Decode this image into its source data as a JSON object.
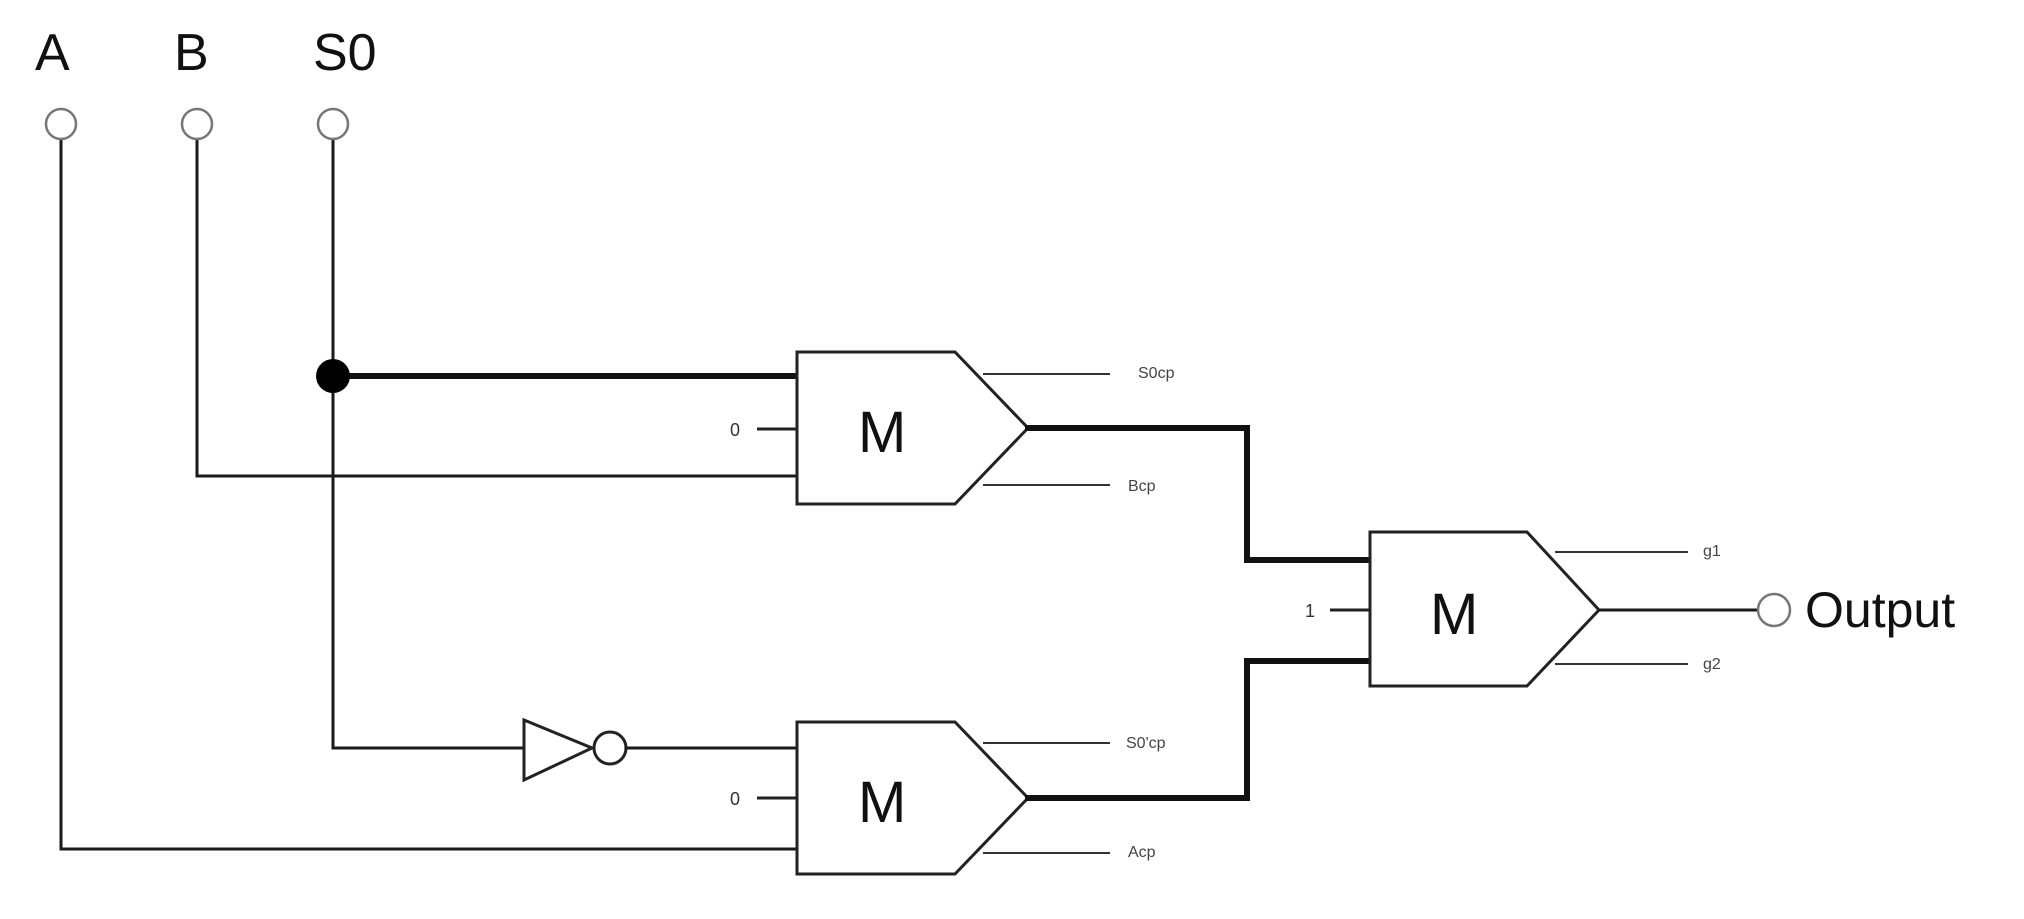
{
  "inputs": {
    "a": "A",
    "b": "B",
    "s0": "S0"
  },
  "output": "Output",
  "gates": {
    "top": {
      "symbol": "M",
      "const_input": "0",
      "pin_upper": "S0cp",
      "pin_lower": "Bcp"
    },
    "bottom": {
      "symbol": "M",
      "const_input": "0",
      "pin_upper": "S0'cp",
      "pin_lower": "Acp"
    },
    "final": {
      "symbol": "M",
      "const_input": "1",
      "pin_upper": "g1",
      "pin_lower": "g2"
    }
  },
  "colors": {
    "wire": "#1a1a1a",
    "terminal": "#777777",
    "background": "#ffffff"
  }
}
